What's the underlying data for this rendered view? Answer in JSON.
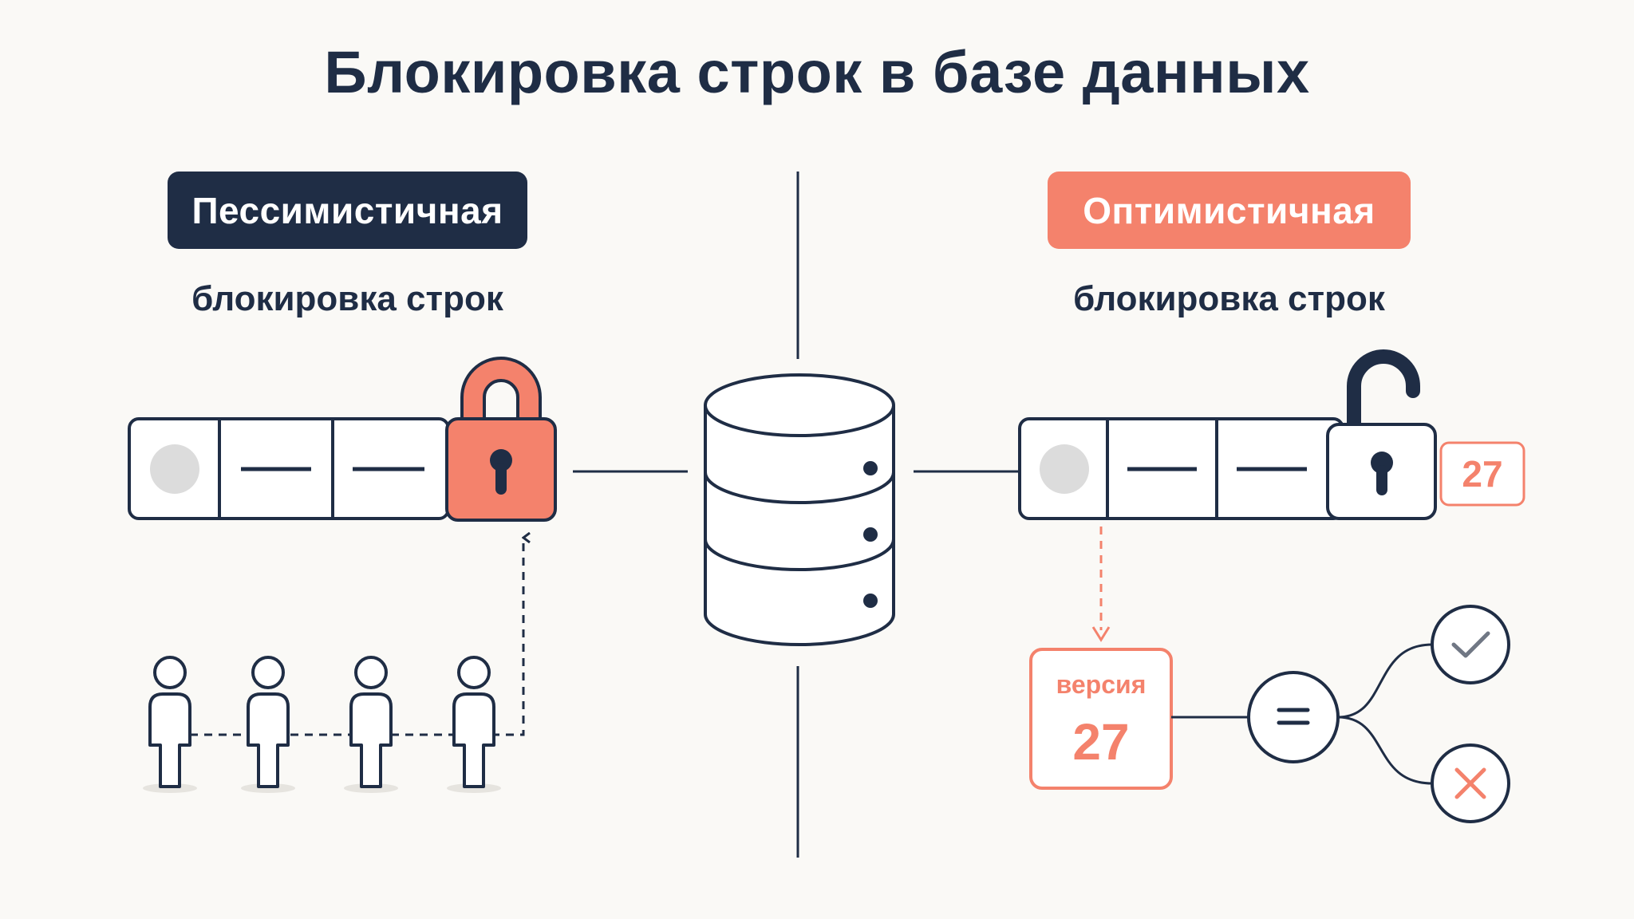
{
  "title": "Блокировка строк в базе данных",
  "pessimistic": {
    "badge": "Пессимистичная",
    "subtitle": "блокировка строк"
  },
  "optimistic": {
    "badge": "Оптимистичная",
    "subtitle": "блокировка строк",
    "row_version": "27",
    "version_box": {
      "label": "версия",
      "value": "27"
    }
  },
  "colors": {
    "navy": "#1f2d45",
    "coral": "#f4826c",
    "background": "#faf9f6",
    "gray": "#dcdcdc"
  },
  "icons": [
    "database-icon",
    "locked-padlock-icon",
    "unlocked-padlock-icon",
    "person-icon",
    "equals-icon",
    "check-icon",
    "cross-icon"
  ]
}
